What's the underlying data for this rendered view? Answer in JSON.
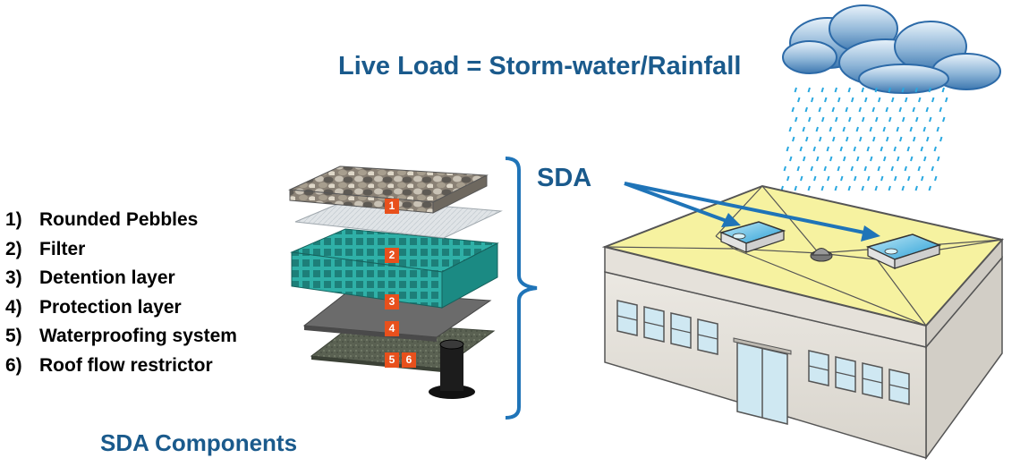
{
  "title_live_load": "Live Load = Storm-water/Rainfall",
  "title_components": "SDA Components",
  "sda_label": "SDA",
  "legend": [
    {
      "num": "1)",
      "label": "Rounded Pebbles"
    },
    {
      "num": "2)",
      "label": "Filter"
    },
    {
      "num": "3)",
      "label": "Detention layer"
    },
    {
      "num": "4)",
      "label": "Protection layer"
    },
    {
      "num": "5)",
      "label": "Waterproofing system"
    },
    {
      "num": "6)",
      "label": "Roof flow restrictor"
    }
  ],
  "badges": [
    "1",
    "2",
    "3",
    "4",
    "5",
    "6"
  ],
  "colors": {
    "title_blue": "#1a5a8c",
    "badge_orange": "#e8501c",
    "roof_yellow": "#f6f2a0",
    "detention_teal": "#25a8a0",
    "rain_blue": "#29a8e0"
  }
}
